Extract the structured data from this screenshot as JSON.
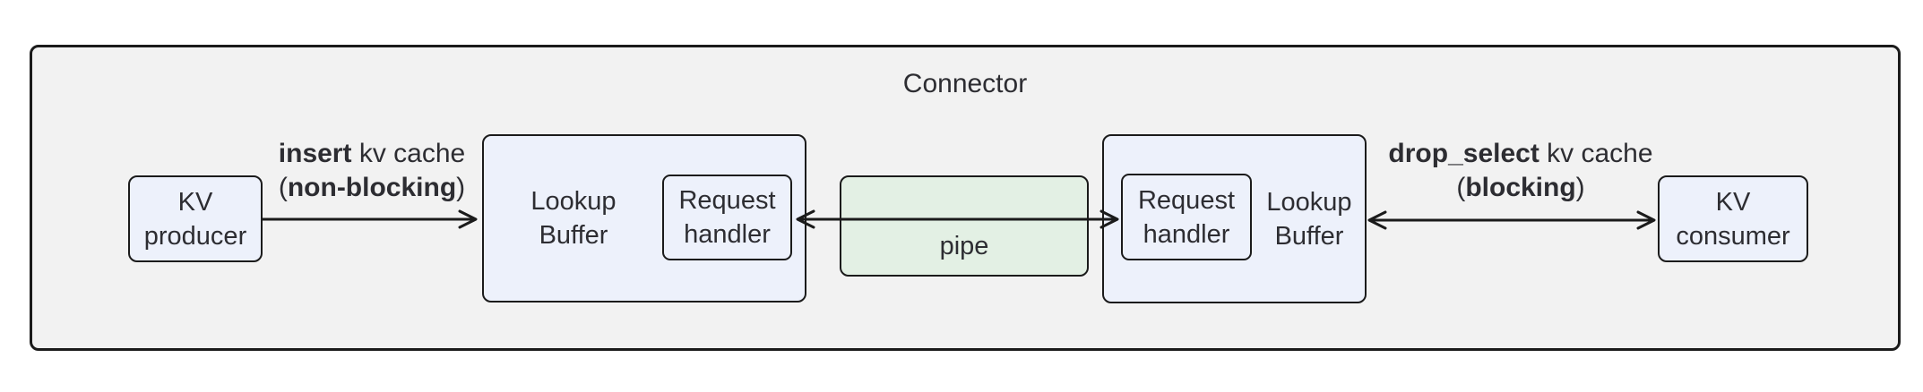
{
  "title": "Connector",
  "nodes": {
    "kv_producer": {
      "lines": [
        "KV",
        "producer"
      ]
    },
    "lookup_buffer_left": {
      "lines": [
        "Lookup",
        "Buffer"
      ]
    },
    "request_handler_left": {
      "lines": [
        "Request",
        "handler"
      ]
    },
    "pipe": {
      "label": "pipe"
    },
    "request_handler_right": {
      "lines": [
        "Request",
        "handler"
      ]
    },
    "lookup_buffer_right": {
      "lines": [
        "Lookup",
        "Buffer"
      ]
    },
    "kv_consumer": {
      "lines": [
        "KV",
        "consumer"
      ]
    }
  },
  "edges": {
    "insert": {
      "verb": "insert",
      "object": " kv cache",
      "open": "(",
      "mode": "non-blocking",
      "close": ")",
      "direction": "right",
      "from": "kv_producer",
      "to": "lookup_buffer_left"
    },
    "pipe_link": {
      "direction": "both",
      "from": "request_handler_left",
      "to": "request_handler_right"
    },
    "drop_select": {
      "verb": "drop_select",
      "object": " kv cache",
      "open": "(",
      "mode": "blocking",
      "close": ")",
      "direction": "both",
      "from": "lookup_buffer_right",
      "to": "kv_consumer"
    }
  },
  "colors": {
    "canvas_background": "#ffffff",
    "container_fill": "#f2f2f2",
    "node_fill": "#edf1fb",
    "pipe_fill": "#e3f0e4",
    "border": "#1b1b1b",
    "text": "#2d2d32"
  }
}
